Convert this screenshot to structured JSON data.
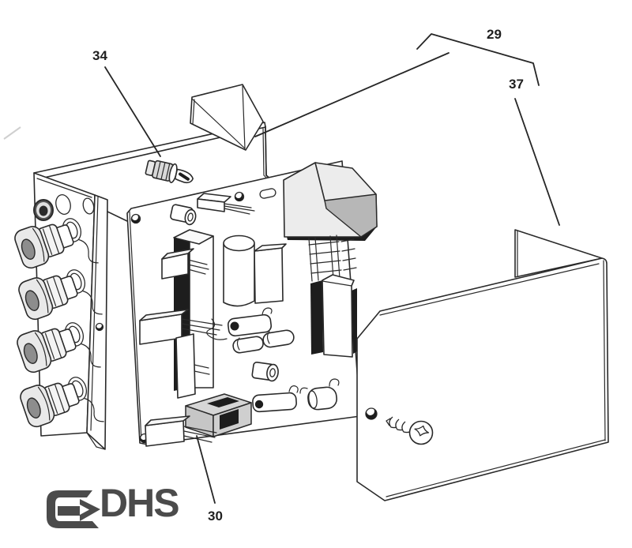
{
  "diagram": {
    "type": "exploded-parts-diagram",
    "description": "Exploded view of a control box: enclosure with cable glands, circuit board with components, and cover panel with screw",
    "callouts": [
      {
        "label": "34",
        "points_to": "toggle-switch-on-enclosure-top"
      },
      {
        "label": "29",
        "points_to": "enclosure-assembly"
      },
      {
        "label": "37",
        "points_to": "cover-panel"
      },
      {
        "label": "30",
        "points_to": "relay-on-circuit-board"
      }
    ],
    "brand": {
      "logo_text": "DHS",
      "logo_icon": "arrow-right-badge",
      "logo_color": "#4b4b4b"
    },
    "palette": {
      "line": "#2a2a2a",
      "paper": "#ffffff",
      "light_grey": "#ececec",
      "mid_grey": "#b7b7b7",
      "component_grey": "#d6d6d6",
      "dark_fill": "#1d1d1d"
    },
    "parts_visible": [
      "enclosure",
      "mounting-bracket",
      "cable-gland",
      "cable-gland",
      "cable-gland",
      "cable-gland",
      "rubber-grommet",
      "toggle-switch",
      "circuit-board",
      "transformer",
      "large-capacitor",
      "heatsink-pins",
      "relay",
      "electrolytic-capacitor",
      "diode",
      "film-capacitor",
      "pin-header",
      "cover-panel",
      "phillips-screw"
    ]
  }
}
